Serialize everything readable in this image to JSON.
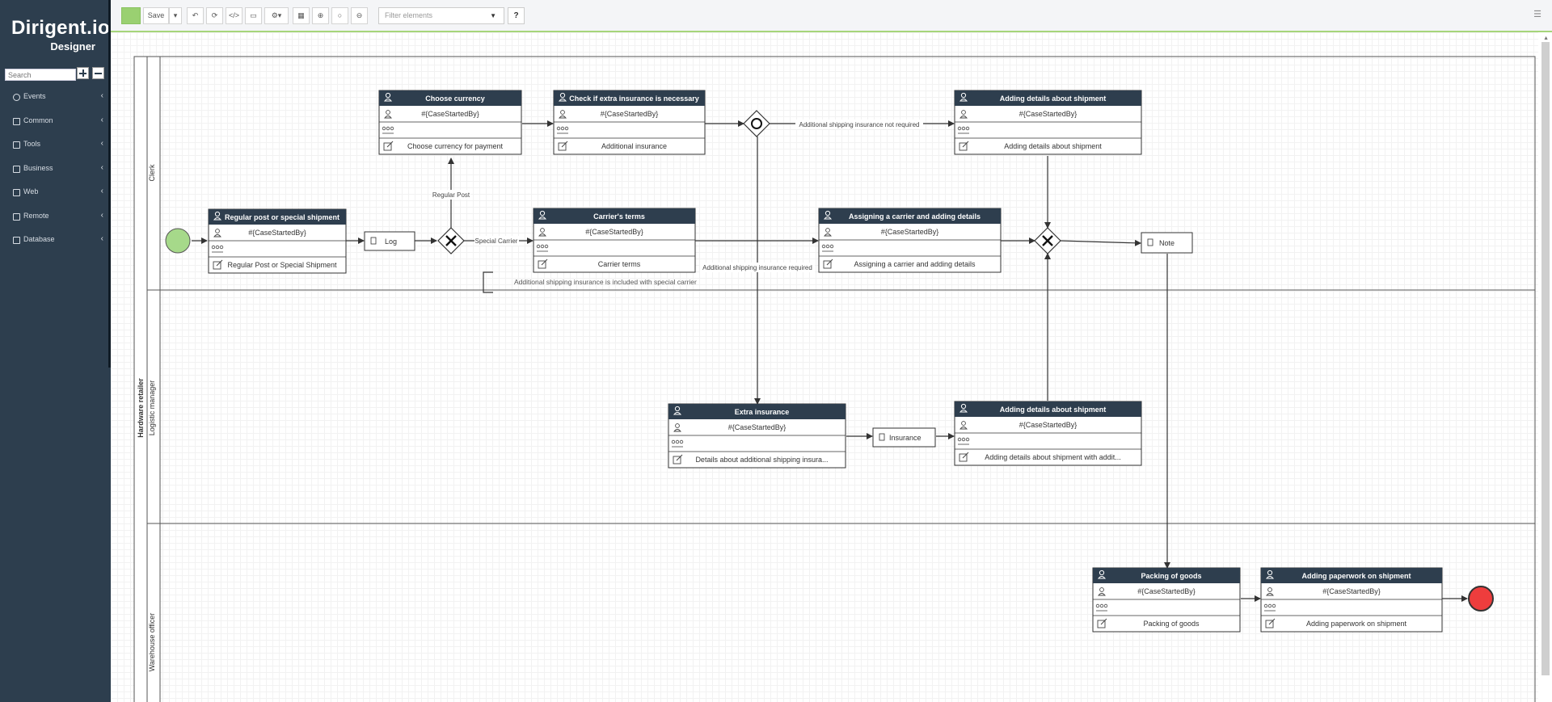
{
  "app": {
    "logo_line1": "Dirigent.io",
    "logo_line2": "Designer"
  },
  "sidebar": {
    "search_placeholder": "Search",
    "items": [
      {
        "label": "Events",
        "icon": "circle-icon"
      },
      {
        "label": "Common",
        "icon": "square-icon"
      },
      {
        "label": "Tools",
        "icon": "square-icon"
      },
      {
        "label": "Business",
        "icon": "square-icon"
      },
      {
        "label": "Web",
        "icon": "square-icon"
      },
      {
        "label": "Remote",
        "icon": "square-icon"
      },
      {
        "label": "Database",
        "icon": "square-icon"
      }
    ]
  },
  "toolbar": {
    "save_label": "Save",
    "filter_placeholder": "Filter elements",
    "help_label": "?",
    "accent_color": "#9ad071"
  },
  "diagram": {
    "pool_label": "Hardware retailer",
    "lanes": [
      "Clerk",
      "Logistic manager",
      "Warehouse officer"
    ],
    "tasks": {
      "regular_post": {
        "title": "Regular post or special shipment",
        "assignee": "#{CaseStartedBy}",
        "form": "Regular Post or Special Shipment"
      },
      "choose_currency": {
        "title": "Choose currency",
        "assignee": "#{CaseStartedBy}",
        "form": "Choose currency for payment"
      },
      "check_insurance": {
        "title": "Check if extra insurance is necessary",
        "assignee": "#{CaseStartedBy}",
        "form": "Additional insurance"
      },
      "adding_details_top": {
        "title": "Adding details about shipment",
        "assignee": "#{CaseStartedBy}",
        "form": "Adding details about shipment"
      },
      "carrier_terms": {
        "title": "Carrier's terms",
        "assignee": "#{CaseStartedBy}",
        "form": "Carrier terms"
      },
      "assigning_carrier": {
        "title": "Assigning a carrier and adding details",
        "assignee": "#{CaseStartedBy}",
        "form": "Assigning a carrier and adding details"
      },
      "extra_insurance": {
        "title": "Extra insurance",
        "assignee": "#{CaseStartedBy}",
        "form": "Details about additional shipping insura..."
      },
      "adding_details_lm": {
        "title": "Adding details about shipment",
        "assignee": "#{CaseStartedBy}",
        "form": "Adding details about shipment with addit..."
      },
      "packing": {
        "title": "Packing of goods",
        "assignee": "#{CaseStartedBy}",
        "form": "Packing of goods"
      },
      "paperwork": {
        "title": "Adding paperwork on shipment",
        "assignee": "#{CaseStartedBy}",
        "form": "Adding paperwork on shipment"
      }
    },
    "scripts": {
      "log": "Log",
      "note": "Note",
      "insurance": "Insurance"
    },
    "flow_labels": {
      "regular_post": "Regular Post",
      "special_carrier": "Special Carrier",
      "not_required": "Additional shipping insurance not required",
      "required": "Additional shipping insurance required"
    },
    "annotation": "Additional shipping insurance is included with special carrier",
    "colors": {
      "task_header": "#2e3e4e",
      "start_event": "#a6d98a",
      "end_event": "#ee3d3d"
    }
  }
}
